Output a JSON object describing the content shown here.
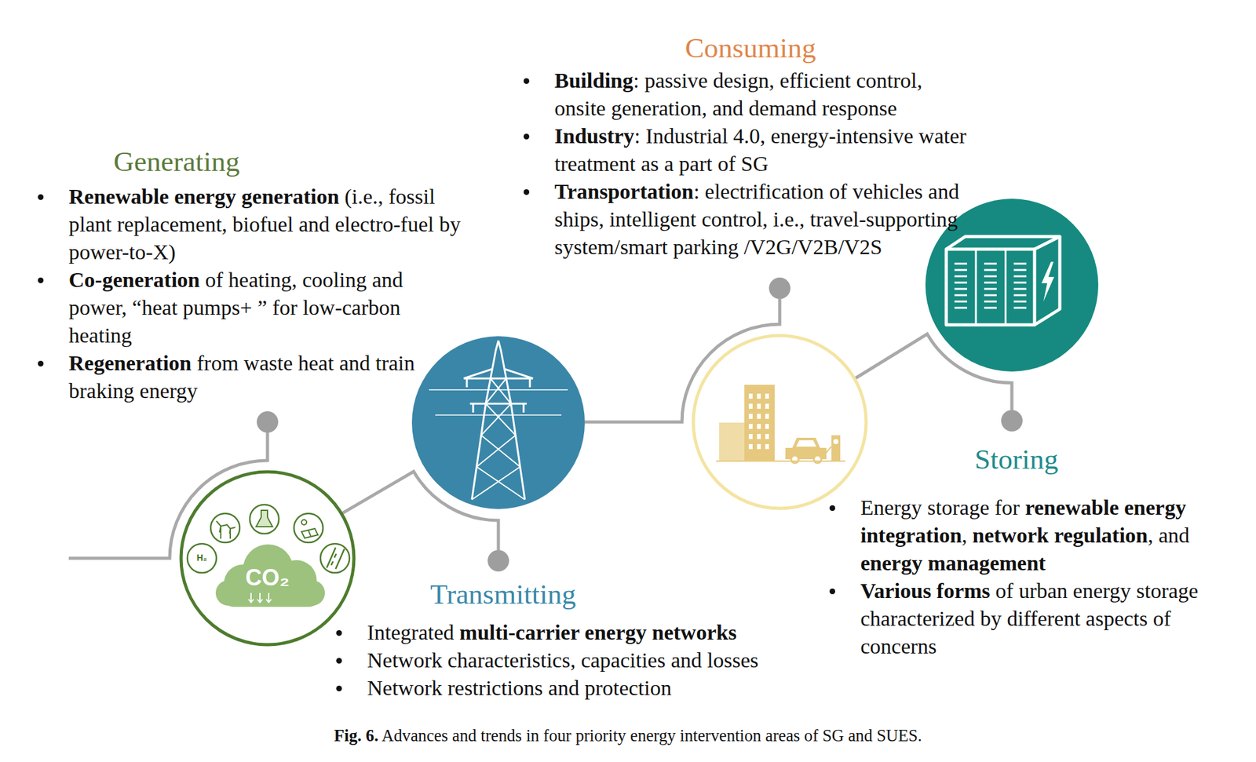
{
  "diagram": {
    "caption": "Fig. 6. Advances and trends in four priority energy intervention areas of SG and SUES.",
    "labels": [
      "Generating",
      "Renewable energy generation (i.e., fossil plant replacement, biofuel and electro-fuel by power-to-X)",
      "Co-generation of heating, cooling and power, “heat pumps+ ” for low-carbon heating",
      "Regeneration from waste heat and train braking energy",
      "Transmitting",
      "Integrated multi-carrier energy networks",
      "Network characteristics, capacities and losses",
      "Network restrictions and protection",
      "Consuming",
      "Building: passive design, efficient control, onsite generation, and demand response",
      "Industry: Industrial 4.0, energy-intensive water treatment as a part of SG",
      "Transportation: electrification of vehicles and ships, intelligent control, i.e., travel-supporting system/smart parking /V2G/V2B/V2S",
      "Storing",
      "Energy storage for renewable energy integration, network regulation, and energy management",
      "Various forms of urban energy storage characterized by different aspects of concerns",
      "CO₂",
      "H₂"
    ]
  }
}
